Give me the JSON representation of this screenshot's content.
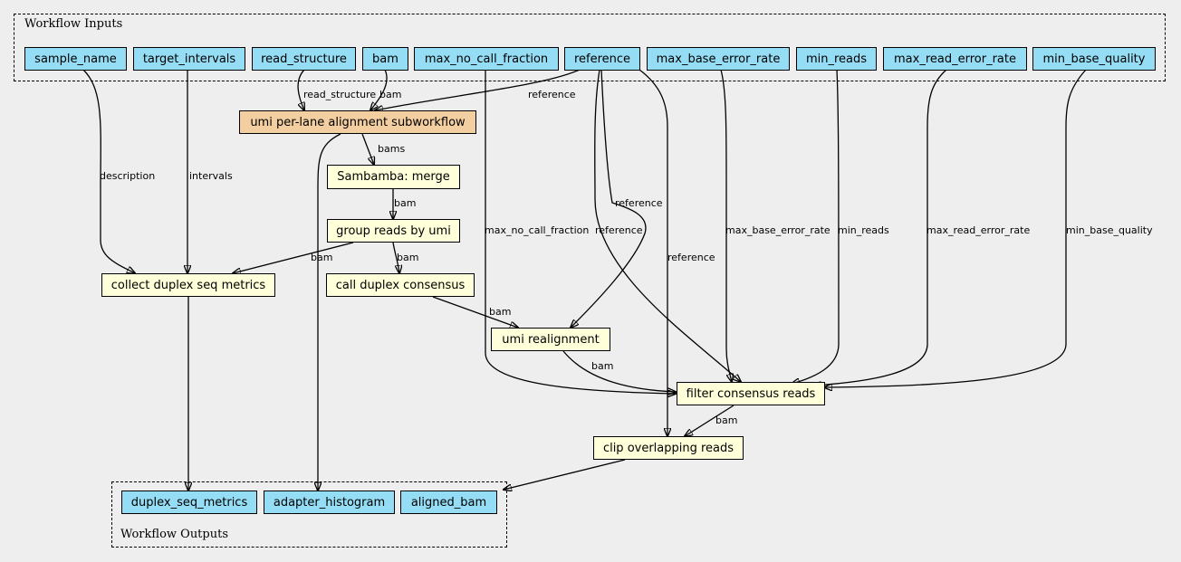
{
  "clusters": {
    "inputs_label": "Workflow Inputs",
    "outputs_label": "Workflow Outputs"
  },
  "inputs": {
    "sample_name": "sample_name",
    "target_intervals": "target_intervals",
    "read_structure": "read_structure",
    "bam": "bam",
    "max_no_call_fraction": "max_no_call_fraction",
    "reference": "reference",
    "max_base_error_rate": "max_base_error_rate",
    "min_reads": "min_reads",
    "max_read_error_rate": "max_read_error_rate",
    "min_base_quality": "min_base_quality"
  },
  "steps": {
    "umi_alignment": "umi per-lane alignment subworkflow",
    "sambamba_merge": "Sambamba: merge",
    "group_reads": "group reads by umi",
    "call_duplex": "call duplex consensus",
    "collect_metrics": "collect duplex seq metrics",
    "umi_realignment": "umi realignment",
    "filter_consensus": "filter consensus reads",
    "clip_overlapping": "clip overlapping reads"
  },
  "outputs": {
    "duplex_seq_metrics": "duplex_seq_metrics",
    "adapter_histogram": "adapter_histogram",
    "aligned_bam": "aligned_bam"
  },
  "edge_labels": {
    "read_structure": "read_structure",
    "bam": "bam",
    "reference": "reference",
    "bams": "bams",
    "description": "description",
    "intervals": "intervals",
    "max_no_call_fraction": "max_no_call_fraction",
    "max_base_error_rate": "max_base_error_rate",
    "min_reads": "min_reads",
    "max_read_error_rate": "max_read_error_rate",
    "min_base_quality": "min_base_quality"
  },
  "colors": {
    "io_node": "#94ddf4",
    "step_node": "#ffffd9",
    "subworkflow_node": "#f3cea1",
    "background": "#eeeeee"
  }
}
